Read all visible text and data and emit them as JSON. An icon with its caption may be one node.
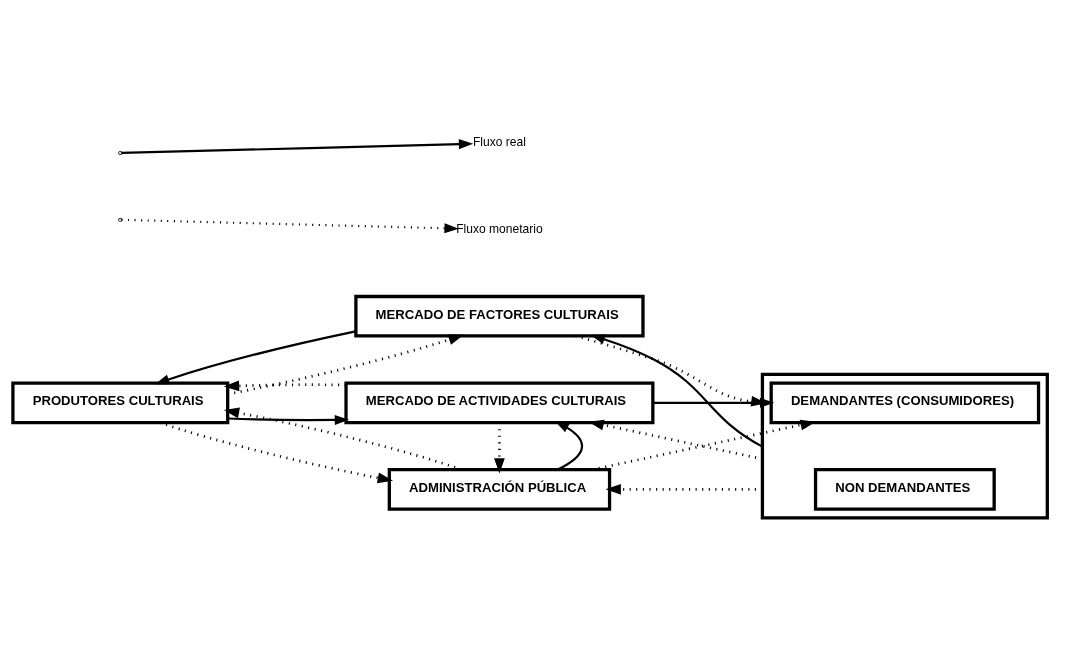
{
  "diagram": {
    "nodes": [
      {
        "text": [
          "MERCADO DE FACTORES CULTURAIS"
        ]
      },
      {
        "text": [
          "PRODUTORES CULTURAIS"
        ]
      },
      {
        "text": [
          "MERCADO DE ACTIVIDADES CULTURAIS"
        ]
      },
      {
        "text": [],
        "shape": "box"
      },
      {
        "text": [
          "DEMANDANTES (CONSUMIDORES)"
        ],
        "in": 3
      },
      {
        "text": [
          "NON DEMANDANTES"
        ],
        "in": 3
      },
      {
        "text": [
          "ADMINISTRACIÓN PÚBLICA"
        ]
      }
    ],
    "edges": [
      {
        "from": 0,
        "to": 1,
        "arrow": "to"
      },
      {
        "from": 1,
        "to": 0,
        "arrow": "to",
        "style": "dashed"
      },
      {
        "from": 3,
        "to": 0,
        "arrow": "to"
      },
      {
        "from": 0,
        "to": 3,
        "arrow": "to",
        "style": "dashed"
      },
      {
        "from": 2,
        "to": 1,
        "arrow": "to",
        "style": "dashed"
      },
      {
        "from": 1,
        "to": 2,
        "arrow": "to"
      },
      {
        "from": 3,
        "to": 2,
        "arrow": "to",
        "style": "dashed"
      },
      {
        "from": 2,
        "to": 4,
        "arrow": "to"
      },
      {
        "from": 6,
        "to": 2,
        "arrow": "to"
      },
      {
        "from": 2,
        "to": 6,
        "arrow": "to",
        "style": "dashed"
      },
      {
        "from": 6,
        "to": 4,
        "arrow": "to",
        "style": "dashed"
      },
      {
        "from": 3,
        "to": 6,
        "arrow": "to",
        "style": "dashed"
      },
      {
        "from": 1,
        "to": 6,
        "arrow": "to",
        "style": "dashed"
      },
      {
        "from": 6,
        "to": 1,
        "arrow": "to",
        "style": "dashed"
      }
    ],
    "legend": [
      {
        "text": "Fluxo real"
      },
      {
        "text": "Fluxo monetario"
      }
    ]
  }
}
